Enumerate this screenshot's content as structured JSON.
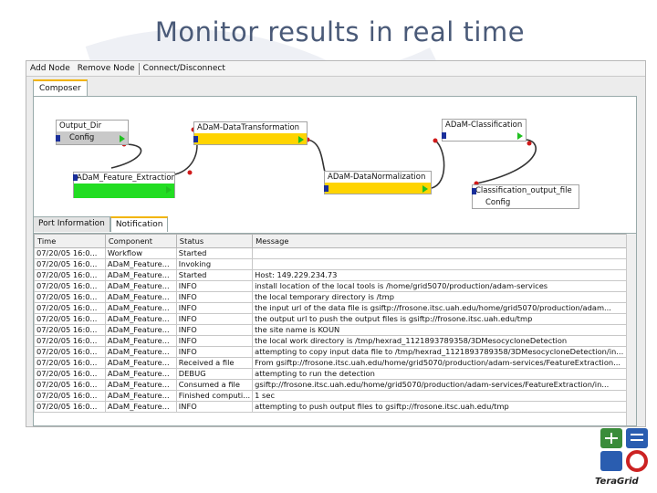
{
  "slide": {
    "title": "Monitor results in real time"
  },
  "menubar": {
    "items": [
      "Add Node",
      "Remove Node",
      "Connect/Disconnect"
    ]
  },
  "tabs": {
    "composer_label": "Composer"
  },
  "nodes": {
    "output_dir": {
      "title": "Output_Dir",
      "config": "Config"
    },
    "data_transformation": {
      "title": "ADaM-DataTransformation",
      "config": ""
    },
    "classification": {
      "title": "ADaM-Classification",
      "config": ""
    },
    "feature_extraction": {
      "title": "ADaM_Feature_Extraction",
      "config": ""
    },
    "data_normalization": {
      "title": "ADaM-DataNormalization",
      "config": ""
    },
    "classification_output_file": {
      "title": "Classification_output_file",
      "config": "Config"
    }
  },
  "bottom_tabs": {
    "port_information": "Port Information",
    "notification": "Notification"
  },
  "notification_table": {
    "columns": [
      "Time",
      "Component",
      "Status",
      "Message"
    ],
    "rows": [
      [
        "07/20/05 16:0...",
        "Workflow",
        "Started",
        ""
      ],
      [
        "07/20/05 16:0...",
        "ADaM_Feature...",
        "Invoking",
        ""
      ],
      [
        "07/20/05 16:0...",
        "ADaM_Feature...",
        "Started",
        "Host: 149.229.234.73"
      ],
      [
        "07/20/05 16:0...",
        "ADaM_Feature...",
        "INFO",
        "install location of the local tools is /home/grid5070/production/adam-services"
      ],
      [
        "07/20/05 16:0...",
        "ADaM_Feature...",
        "INFO",
        "the local temporary directory is /tmp"
      ],
      [
        "07/20/05 16:0...",
        "ADaM_Feature...",
        "INFO",
        "the input url of the data file is gsiftp://frosone.itsc.uah.edu/home/grid5070/production/adam..."
      ],
      [
        "07/20/05 16:0...",
        "ADaM_Feature...",
        "INFO",
        "the output url to push the output files is gsiftp://frosone.itsc.uah.edu/tmp"
      ],
      [
        "07/20/05 16:0...",
        "ADaM_Feature...",
        "INFO",
        "the site name is KOUN"
      ],
      [
        "07/20/05 16:0...",
        "ADaM_Feature...",
        "INFO",
        "the local work directory is /tmp/hexrad_1121893789358/3DMesocycloneDetection"
      ],
      [
        "07/20/05 16:0...",
        "ADaM_Feature...",
        "INFO",
        "attempting to copy input data file to /tmp/hexrad_1121893789358/3DMesocycloneDetection/in..."
      ],
      [
        "07/20/05 16:0...",
        "ADaM_Feature...",
        "Received a file",
        "From gsiftp://frosone.itsc.uah.edu/home/grid5070/production/adam-services/FeatureExtraction..."
      ],
      [
        "07/20/05 16:0...",
        "ADaM_Feature...",
        "DEBUG",
        "attempting to run the detection"
      ],
      [
        "07/20/05 16:0...",
        "ADaM_Feature...",
        "Consumed a file",
        "gsiftp://frosone.itsc.uah.edu/home/grid5070/production/adam-services/FeatureExtraction/in..."
      ],
      [
        "07/20/05 16:0...",
        "ADaM_Feature...",
        "Finished computi...",
        "1 sec"
      ],
      [
        "07/20/05 16:0...",
        "ADaM_Feature...",
        "INFO",
        "attempting to push output files to gsiftp://frosone.itsc.uah.edu/tmp"
      ]
    ]
  },
  "logo": {
    "text": "TeraGrid"
  },
  "colors": {
    "title": "#4a5a78",
    "tab_accent": "#f2b400",
    "port_in": "#1a2f9a",
    "port_out": "#20c020",
    "connector": "#d01a1a",
    "node_active": "#22dd22",
    "node_pending": "#ffd400"
  }
}
